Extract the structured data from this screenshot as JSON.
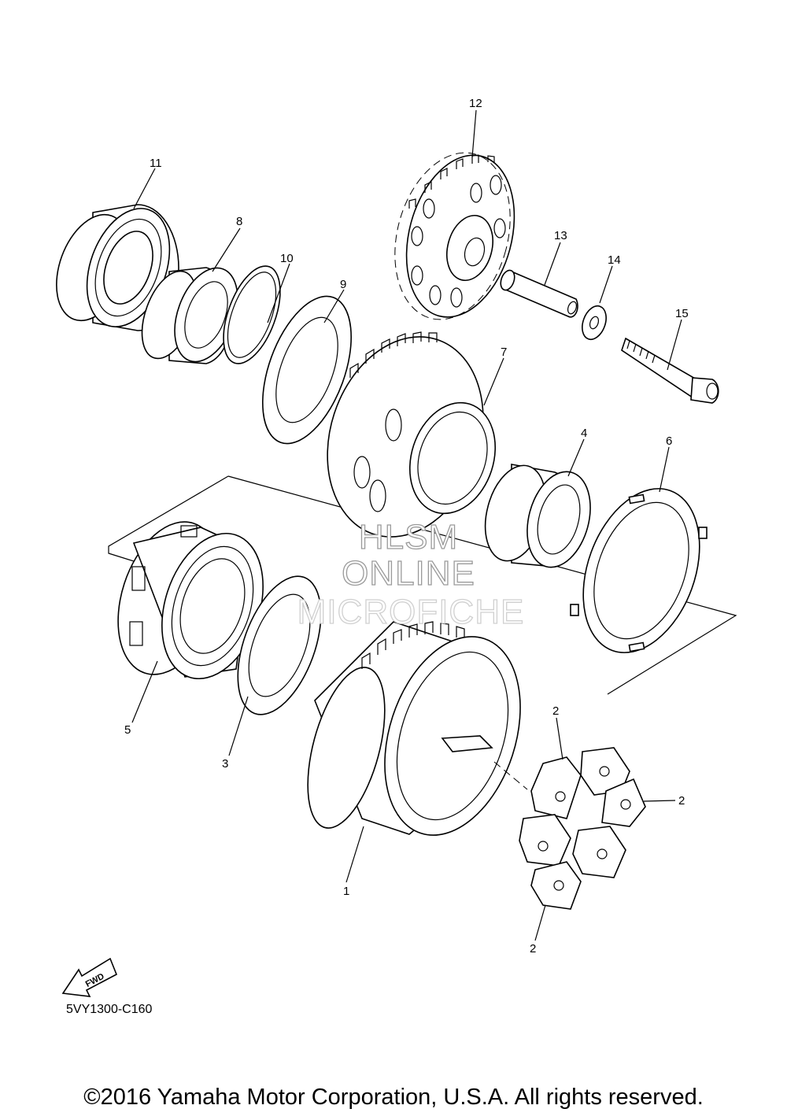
{
  "watermark": {
    "line1": "HLSM",
    "line2": "ONLINE",
    "line3": "MICROFICHE"
  },
  "callouts": {
    "c1": "1",
    "c2a": "2",
    "c2b": "2",
    "c2c": "2",
    "c3": "3",
    "c4": "4",
    "c5": "5",
    "c6": "6",
    "c7": "7",
    "c8": "8",
    "c9": "9",
    "c10": "10",
    "c11": "11",
    "c12": "12",
    "c13": "13",
    "c14": "14",
    "c15": "15"
  },
  "fwd_label": "FWD",
  "diagram_code": "5VY1300-C160",
  "copyright": "©2016 Yamaha Motor Corporation, U.S.A. All rights reserved."
}
